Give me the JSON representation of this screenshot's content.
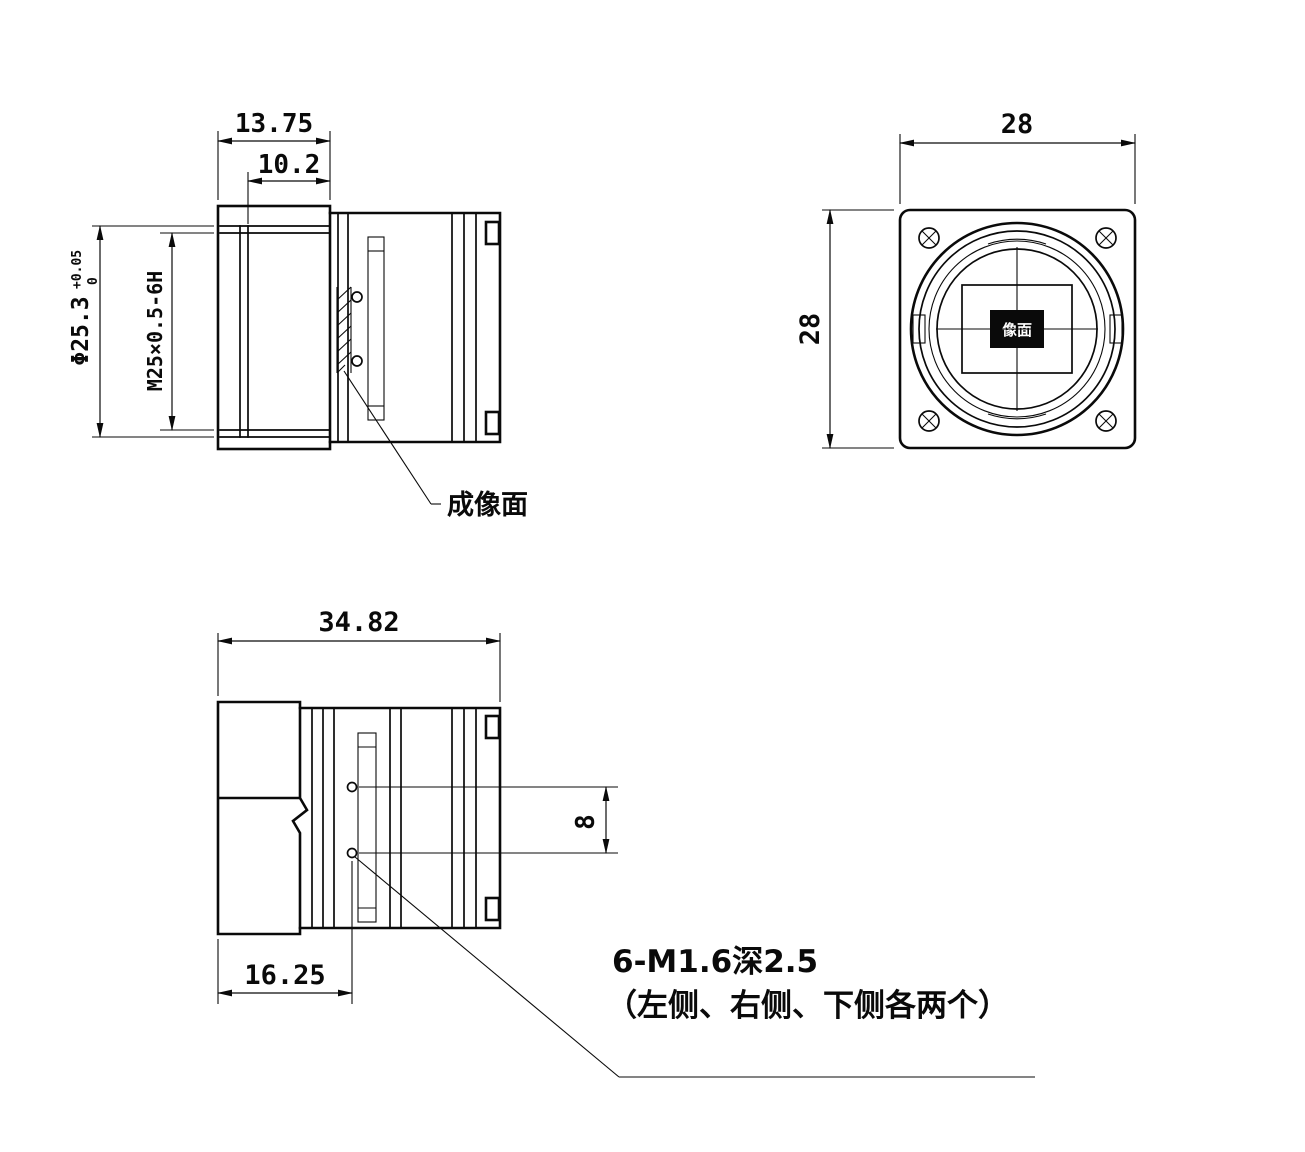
{
  "drawing": {
    "side_view": {
      "dim_flange_length": "13.75",
      "dim_thread_depth": "10.2",
      "dim_bore_diameter": "Φ25.3",
      "dim_bore_tol_upper": "+0.05",
      "dim_bore_tol_lower": "0",
      "dim_thread_spec": "M25×0.5-6H",
      "leader_label": "成像面"
    },
    "front_view": {
      "dim_width": "28",
      "dim_height": "28",
      "center_label": "像面"
    },
    "bottom_view": {
      "dim_total_length": "34.82",
      "dim_hole_offset": "16.25",
      "dim_hole_spacing": "8",
      "note_line1": "6-M1.6深2.5",
      "note_line2": "（左侧、右侧、下侧各两个）"
    }
  }
}
